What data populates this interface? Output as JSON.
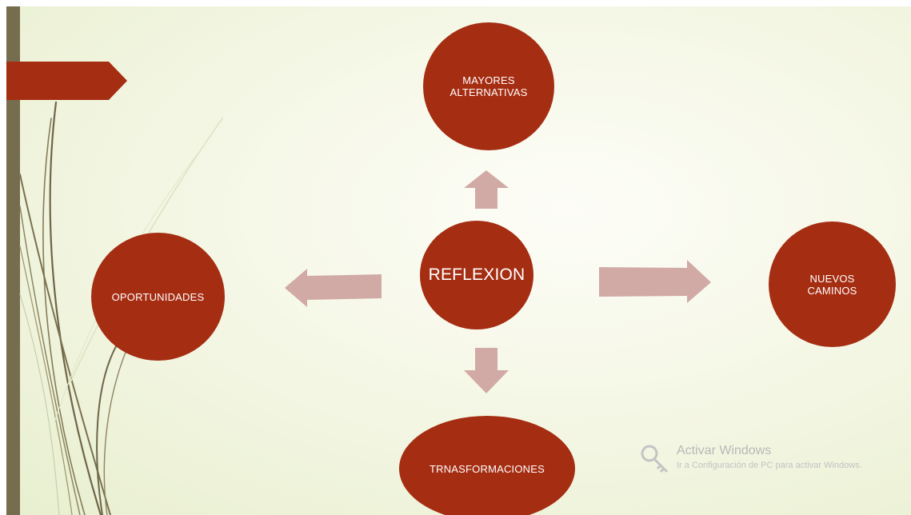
{
  "diagram": {
    "center": {
      "label": "REFLEXION"
    },
    "top": {
      "label_lines": [
        "MAYORES",
        "ALTERNATIVAS"
      ]
    },
    "right": {
      "label_lines": [
        "NUEVOS",
        "CAMINOS"
      ]
    },
    "bottom": {
      "label": "TRNASFORMACIONES"
    },
    "left": {
      "label": "OPORTUNIDADES"
    }
  },
  "watermark": {
    "title": "Activar Windows",
    "subtitle": "Ir a Configuración de PC para activar Windows.",
    "icon": "key-icon"
  },
  "colors": {
    "node_fill": "#a52d12",
    "arrow_fill": "#d1aaa6",
    "left_bar": "#766d4e",
    "background": "#f5f7e6"
  }
}
